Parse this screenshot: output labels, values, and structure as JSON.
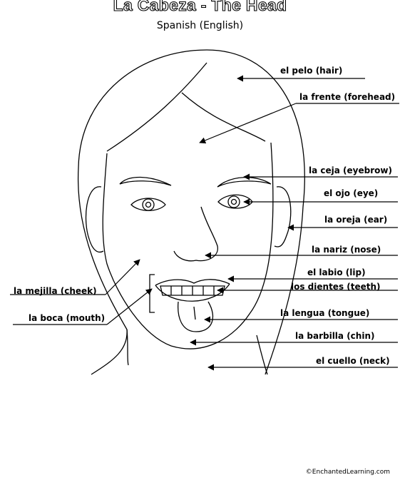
{
  "header": {
    "title": "La Cabeza - The Head",
    "subtitle": "Spanish (English)"
  },
  "labels": {
    "hair": "el pelo (hair)",
    "forehead": "la frente (forehead)",
    "eyebrow": "la ceja (eyebrow)",
    "eye": "el ojo (eye)",
    "ear": "la oreja (ear)",
    "nose": "la nariz (nose)",
    "lip": "el labio (lip)",
    "teeth": "los dientes (teeth)",
    "cheek": "la mejilla (cheek)",
    "mouth": "la boca (mouth)",
    "tongue": "la lengua (tongue)",
    "chin": "la barbilla (chin)",
    "neck": "el cuello (neck)"
  },
  "footer": {
    "credit": "©EnchantedLearning.com"
  }
}
